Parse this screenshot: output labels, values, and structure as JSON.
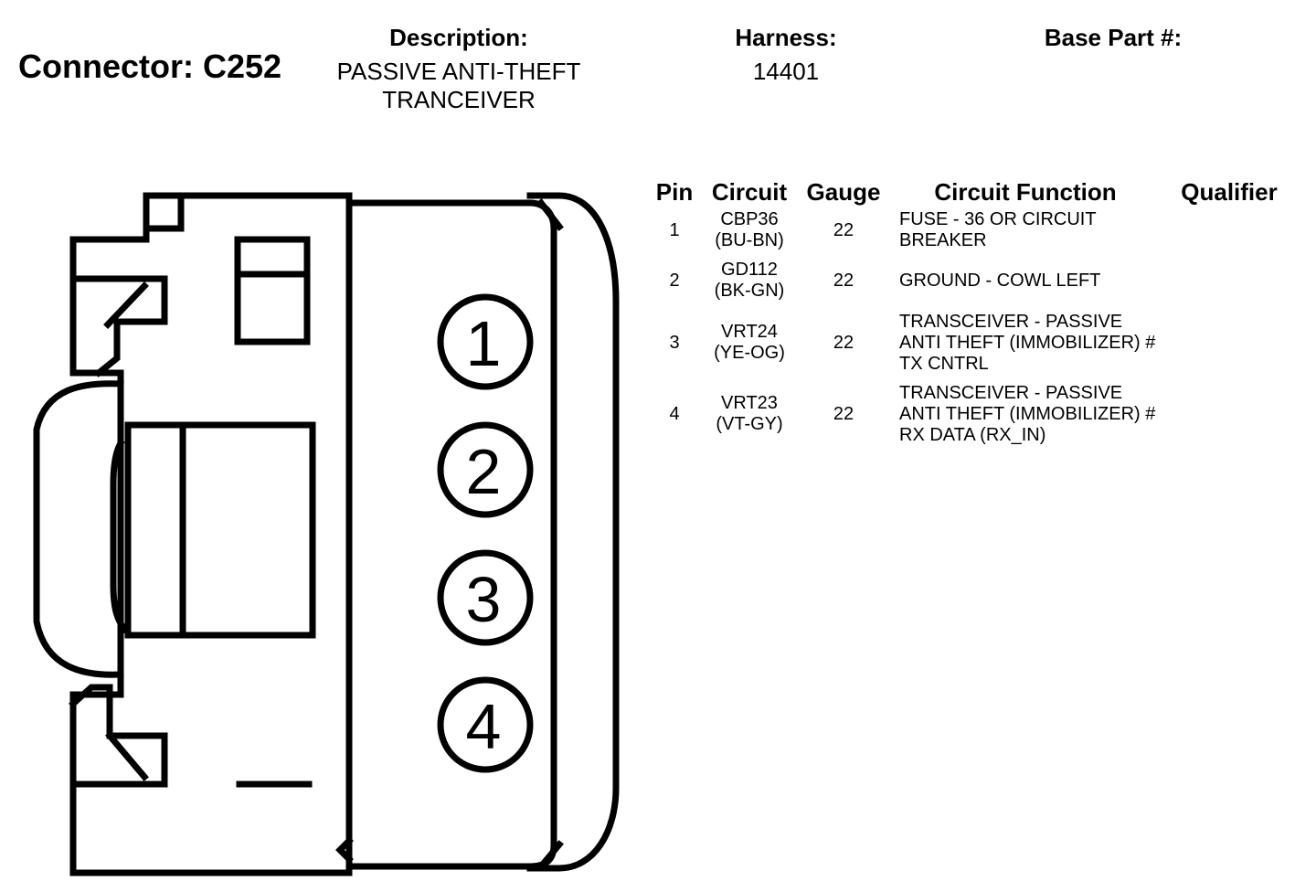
{
  "header": {
    "connector_title": "Connector: C252",
    "description_label": "Description:",
    "description_line1": "PASSIVE ANTI-THEFT",
    "description_line2": "TRANCEIVER",
    "harness_label": "Harness:",
    "harness_value": "14401",
    "base_part_label": "Base Part #:",
    "base_part_value": ""
  },
  "diagram": {
    "pin_labels": [
      "1",
      "2",
      "3",
      "4"
    ]
  },
  "table": {
    "headers": {
      "pin": "Pin",
      "circuit": "Circuit",
      "gauge": "Gauge",
      "function": "Circuit Function",
      "qualifier": "Qualifier"
    },
    "rows": [
      {
        "pin": "1",
        "circuit": "CBP36",
        "color": "(BU-BN)",
        "gauge": "22",
        "function": [
          "FUSE - 36 OR CIRCUIT",
          "BREAKER"
        ],
        "qualifier": ""
      },
      {
        "pin": "2",
        "circuit": "GD112",
        "color": "(BK-GN)",
        "gauge": "22",
        "function": [
          "GROUND - COWL LEFT"
        ],
        "qualifier": ""
      },
      {
        "pin": "3",
        "circuit": "VRT24",
        "color": "(YE-OG)",
        "gauge": "22",
        "function": [
          "TRANSCEIVER - PASSIVE",
          "ANTI THEFT (IMMOBILIZER) #",
          "TX CNTRL"
        ],
        "qualifier": ""
      },
      {
        "pin": "4",
        "circuit": "VRT23",
        "color": "(VT-GY)",
        "gauge": "22",
        "function": [
          "TRANSCEIVER - PASSIVE",
          "ANTI THEFT (IMMOBILIZER) #",
          "RX DATA (RX_IN)"
        ],
        "qualifier": ""
      }
    ]
  }
}
